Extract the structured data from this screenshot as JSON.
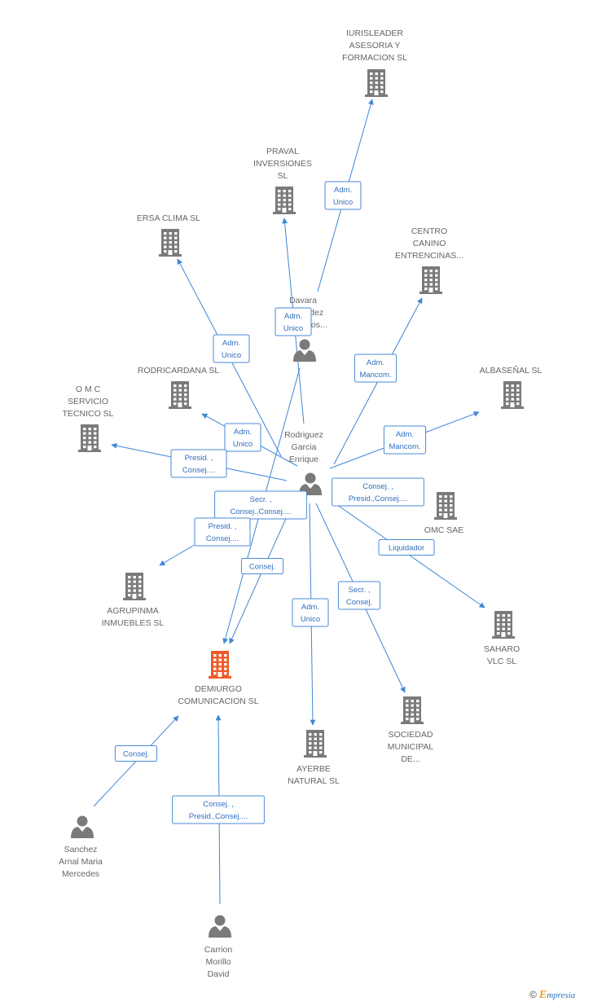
{
  "colors": {
    "company": "#7a7a7a",
    "focus_company": "#f05a28",
    "person": "#7a7a7a",
    "edge": "#3f86d6",
    "label_text": "#2f6fbf"
  },
  "nodes": [
    {
      "id": "iurisleader",
      "kind": "company",
      "label": [
        "IURISLEADER",
        "ASESORIA Y",
        "FORMACION SL"
      ]
    },
    {
      "id": "praval",
      "kind": "company",
      "label": [
        "PRAVAL",
        "INVERSIONES",
        "SL"
      ]
    },
    {
      "id": "ersa",
      "kind": "company",
      "label": [
        "ERSA CLIMA  SL"
      ]
    },
    {
      "id": "centro",
      "kind": "company",
      "label": [
        "CENTRO",
        "CANINO",
        "ENTRENCINAS..."
      ]
    },
    {
      "id": "davara",
      "kind": "person",
      "label": [
        "Davara",
        "Fernandez",
        "De Marcos..."
      ]
    },
    {
      "id": "rodricardana",
      "kind": "company",
      "label": [
        "RODRICARDANA SL"
      ]
    },
    {
      "id": "albasenal",
      "kind": "company",
      "label": [
        "ALBASEÑAL SL"
      ]
    },
    {
      "id": "omcservicio",
      "kind": "company",
      "label": [
        "O M C",
        "SERVICIO",
        "TECNICO SL"
      ]
    },
    {
      "id": "rodriguez",
      "kind": "person",
      "label": [
        "Rodriguez",
        "Garcia",
        "Enrique"
      ]
    },
    {
      "id": "omcsae",
      "kind": "company",
      "label": [
        "OMC SAE"
      ]
    },
    {
      "id": "agrupinma",
      "kind": "company",
      "label": [
        "AGRUPINMA",
        "INMUEBLES SL"
      ]
    },
    {
      "id": "saharo",
      "kind": "company",
      "label": [
        "SAHARO",
        "VLC SL"
      ]
    },
    {
      "id": "demiurgo",
      "kind": "focus",
      "label": [
        "DEMIURGO",
        "COMUNICACION SL"
      ]
    },
    {
      "id": "sociedad",
      "kind": "company",
      "label": [
        "SOCIEDAD",
        "MUNICIPAL",
        "DE..."
      ]
    },
    {
      "id": "ayerbe",
      "kind": "company",
      "label": [
        "AYERBE",
        "NATURAL SL"
      ]
    },
    {
      "id": "sanchez",
      "kind": "person",
      "label": [
        "Sanchez",
        "Arnal Maria",
        "Mercedes"
      ]
    },
    {
      "id": "carrion",
      "kind": "person",
      "label": [
        "Carrion",
        "Morillo",
        "David"
      ]
    }
  ],
  "edges": [
    {
      "from": "davara",
      "to": "iurisleader",
      "label": [
        "Adm.",
        "Unico"
      ]
    },
    {
      "from": "rodriguez",
      "to": "praval",
      "label": [
        "Adm.",
        "Unico"
      ]
    },
    {
      "from": "rodriguez",
      "to": "ersa",
      "label": [
        "Adm.",
        "Unico"
      ]
    },
    {
      "from": "rodriguez",
      "to": "centro",
      "label": [
        "Adm.",
        "Mancom."
      ]
    },
    {
      "from": "rodriguez",
      "to": "albasenal",
      "label": [
        "Adm.",
        "Mancom."
      ]
    },
    {
      "from": "rodriguez",
      "to": "rodricardana",
      "label": [
        "Adm.",
        "Unico"
      ]
    },
    {
      "from": "rodriguez",
      "to": "omcservicio",
      "label": [
        "Presid. ,",
        "Consej...."
      ]
    },
    {
      "from": "rodriguez",
      "to": "omcsae",
      "label": [
        "Consej. ,",
        "Presid.,Consej...."
      ]
    },
    {
      "from": "rodriguez",
      "to": "demiurgo",
      "label": [
        "Secr. ,",
        "Consej.,Consej...."
      ]
    },
    {
      "from": "rodriguez",
      "to": "agrupinma",
      "label": [
        "Presid. ,",
        "Consej...."
      ]
    },
    {
      "from": "davara",
      "to": "demiurgo",
      "label": [
        "Consej."
      ]
    },
    {
      "from": "rodriguez",
      "to": "saharo",
      "label": [
        "Liquidador"
      ]
    },
    {
      "from": "rodriguez",
      "to": "ayerbe",
      "label": [
        "Adm.",
        "Unico"
      ]
    },
    {
      "from": "rodriguez",
      "to": "sociedad",
      "label": [
        "Secr. ,",
        "Consej."
      ]
    },
    {
      "from": "sanchez",
      "to": "demiurgo",
      "label": [
        "Consej."
      ]
    },
    {
      "from": "carrion",
      "to": "demiurgo",
      "label": [
        "Consej. ,",
        "Presid.,Consej...."
      ]
    }
  ],
  "watermark": {
    "symbol": "©",
    "brand_initial": "E",
    "brand_rest": "mpresia"
  }
}
